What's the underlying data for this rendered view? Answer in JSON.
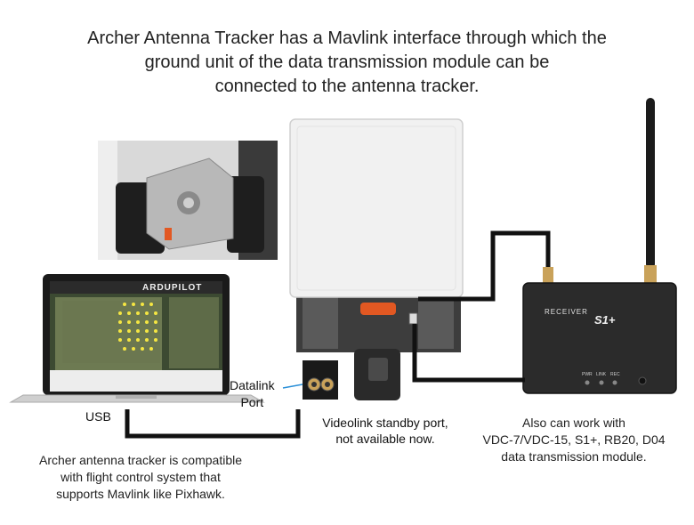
{
  "title": {
    "line1": "Archer  Antenna Tracker has a Mavlink interface through which the",
    "line2": "ground unit of the data transmission module can be",
    "line3": "connected to the antenna tracker."
  },
  "labels": {
    "datalink_line1": "Datalink",
    "datalink_line2": "Port",
    "usb": "USB",
    "videolink_line1": "Videolink standby port,",
    "videolink_line2": "not available now."
  },
  "notes": {
    "compat_line1": "Archer antenna tracker is compatible",
    "compat_line2": "with flight control system that",
    "compat_line3": "supports Mavlink like Pixhawk.",
    "also_line1": "Also can work with",
    "also_line2": "VDC-7/VDC-15, S1+, RB20, D04",
    "also_line3": "data transmission module."
  },
  "device": {
    "receiver_label": "RECEIVER",
    "model_label": "S1+",
    "led_pwr": "PWR",
    "led_link": "LINK",
    "led_rec": "REC"
  },
  "laptop": {
    "app_logo": "ARDUPILOT"
  },
  "colors": {
    "cable": "#111111",
    "panel": "#f1f1f1",
    "device_body": "#2b2b2b",
    "waypoint": "#f5e642"
  }
}
